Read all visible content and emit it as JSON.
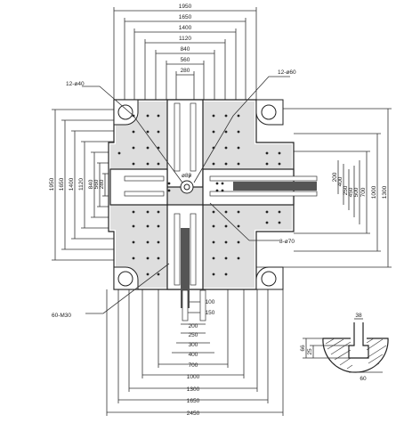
{
  "drawing": {
    "top_dimensions": [
      "1950",
      "1650",
      "1400",
      "1120",
      "840",
      "560",
      "280"
    ],
    "left_dimensions": [
      "1950",
      "1650",
      "1400",
      "1120",
      "840",
      "560",
      "280"
    ],
    "right_dimensions": [
      "200",
      "400",
      "250",
      "450",
      "500",
      "700",
      "1000",
      "1300"
    ],
    "bottom_dimensions": [
      "100",
      "150",
      "200",
      "250",
      "300",
      "400",
      "700",
      "1000",
      "1300",
      "1650",
      "2450"
    ],
    "callouts": {
      "top_left_holes": "12-ø40",
      "top_right_holes": "12-ø60",
      "center_hole": "ø80",
      "right_holes": "8-ø70",
      "bottom_left_threads": "60-M30"
    },
    "detail_labels": {
      "width": "38",
      "depth_outer": "66",
      "depth_inner": "25",
      "base_width": "60"
    }
  },
  "colors": {
    "line": "#222222",
    "fill": "#dedede"
  }
}
